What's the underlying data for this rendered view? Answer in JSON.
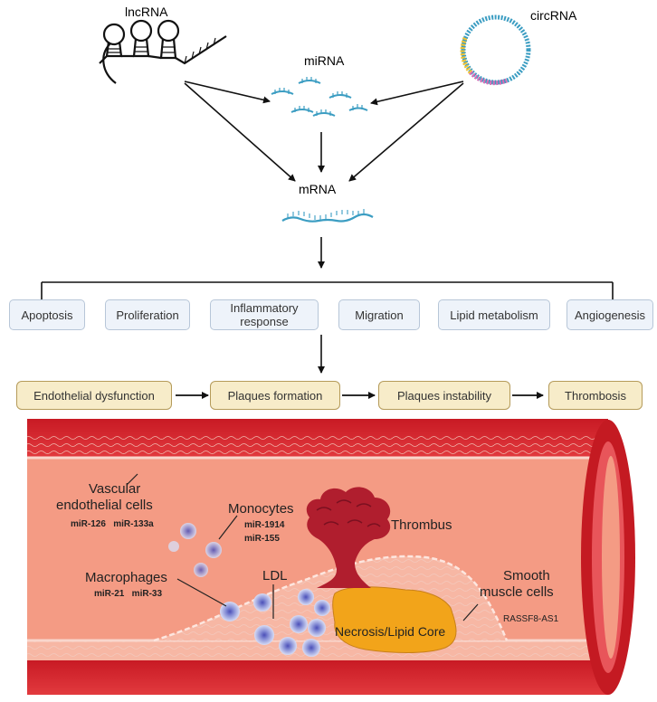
{
  "molecules": {
    "lncrna": "lncRNA",
    "circrna": "circRNA",
    "mirna": "miRNA",
    "mrna": "mRNA"
  },
  "processes": [
    "Apoptosis",
    "Proliferation",
    "Inflammatory response",
    "Migration",
    "Lipid metabolism",
    "Angiogenesis"
  ],
  "stages": [
    "Endothelial dysfunction",
    "Plaques formation",
    "Plaques instability",
    "Thrombosis"
  ],
  "vessel": {
    "endothelial": {
      "line1": "Vascular",
      "line2": "endothelial cells",
      "mirnas": "miR-126   miR-133a"
    },
    "monocytes": {
      "label": "Monocytes",
      "mirna1": "miR-1914",
      "mirna2": "miR-155"
    },
    "macrophages": {
      "label": "Macrophages",
      "mirnas": "miR-21   miR-33"
    },
    "ldl": "LDL",
    "thrombus": "Thrombus",
    "smooth_muscle": {
      "line1": "Smooth",
      "line2": "muscle cells",
      "rna": "RASSF8-AS1"
    },
    "necrosis": "Necrosis/Lipid Core"
  },
  "colors": {
    "vessel_wall": "#d8262e",
    "lumen": "#f49b84",
    "thrombus": "#b01e2e",
    "lipid_core": "#f2a41a",
    "rna_blue": "#3b9dc2",
    "process_box": "#eef3fa",
    "stage_box": "#f7ecc9"
  }
}
